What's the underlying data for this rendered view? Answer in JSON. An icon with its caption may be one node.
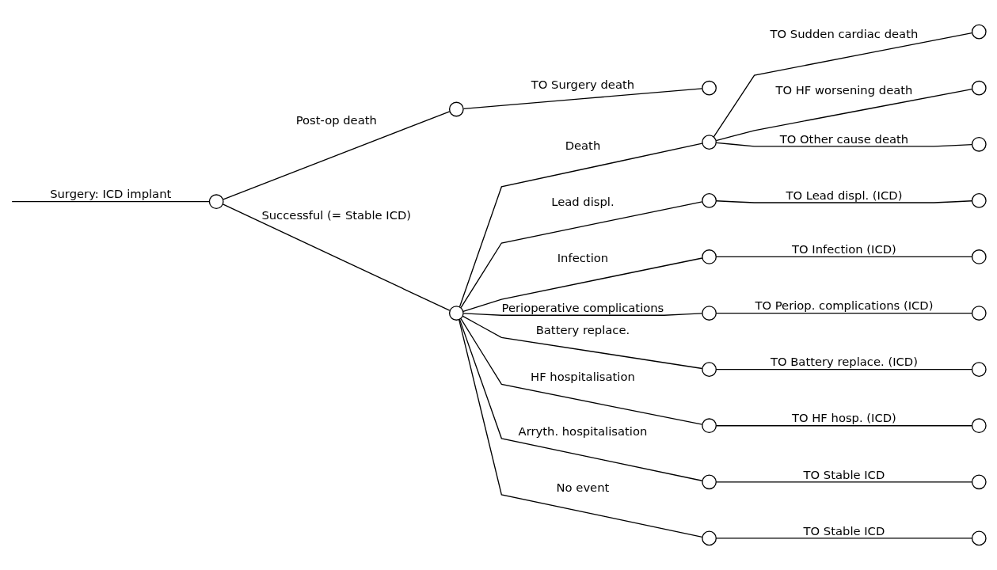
{
  "diagram": {
    "nodes": [
      {
        "text": [],
        "shape": "circle"
      },
      {
        "text": [],
        "shape": "circle"
      },
      {
        "text": [],
        "shape": "circle"
      },
      {
        "text": [],
        "shape": "circle"
      },
      {
        "text": [],
        "shape": "circle"
      },
      {
        "text": [],
        "shape": "circle"
      },
      {
        "text": [],
        "shape": "circle"
      },
      {
        "text": [],
        "shape": "circle"
      },
      {
        "text": [],
        "shape": "circle"
      },
      {
        "text": [],
        "shape": "circle"
      },
      {
        "text": [],
        "shape": "circle"
      },
      {
        "text": [],
        "shape": "circle"
      },
      {
        "text": [],
        "shape": "circle"
      },
      {
        "text": [],
        "shape": "circle"
      },
      {
        "text": [],
        "shape": "circle"
      },
      {
        "text": [],
        "shape": "circle"
      },
      {
        "text": [],
        "shape": "circle"
      },
      {
        "text": [],
        "shape": "circle"
      },
      {
        "text": [],
        "shape": "circle"
      },
      {
        "text": [],
        "shape": "circle"
      },
      {
        "text": [],
        "shape": "circle"
      },
      {
        "text": [],
        "shape": "circle"
      }
    ],
    "edges": [
      {
        "from": null,
        "to": 0,
        "arrow": "none",
        "label": "Surgery: ICD implant"
      },
      {
        "from": 0,
        "to": 1,
        "arrow": "none",
        "label": "Post-op death"
      },
      {
        "from": 1,
        "to": 2,
        "arrow": "none",
        "label": "TO Surgery death"
      },
      {
        "from": 0,
        "to": 3,
        "arrow": "none",
        "label": "Successful (= Stable ICD)"
      },
      {
        "from": 3,
        "to": 4,
        "arrow": "none",
        "label": "Death"
      },
      {
        "from": 4,
        "to": 5,
        "arrow": "none",
        "label": "TO Sudden cardiac death"
      },
      {
        "from": 4,
        "to": 6,
        "arrow": "none",
        "label": "TO HF worsening death"
      },
      {
        "from": 4,
        "to": 7,
        "arrow": "none",
        "label": "TO Other cause death"
      },
      {
        "from": 3,
        "to": 8,
        "arrow": "none",
        "label": "Lead displ."
      },
      {
        "from": 8,
        "to": 9,
        "arrow": "none",
        "label": "TO Lead displ. (ICD)"
      },
      {
        "from": 3,
        "to": 10,
        "arrow": "none",
        "label": "Infection"
      },
      {
        "from": 10,
        "to": 11,
        "arrow": "none",
        "label": "TO Infection (ICD)"
      },
      {
        "from": 3,
        "to": 12,
        "arrow": "none",
        "label": "Perioperative complications"
      },
      {
        "from": 12,
        "to": 13,
        "arrow": "none",
        "label": "TO Periop. complications (ICD)"
      },
      {
        "from": 3,
        "to": 14,
        "arrow": "none",
        "label": "Battery replace."
      },
      {
        "from": 14,
        "to": 15,
        "arrow": "none",
        "label": "TO Battery replace. (ICD)"
      },
      {
        "from": 3,
        "to": 16,
        "arrow": "none",
        "label": "HF hospitalisation"
      },
      {
        "from": 16,
        "to": 17,
        "arrow": "none",
        "label": "TO HF hosp. (ICD)"
      },
      {
        "from": 3,
        "to": 18,
        "arrow": "none",
        "label": "Arryth. hospitalisation"
      },
      {
        "from": 18,
        "to": 19,
        "arrow": "none",
        "label": "TO Stable ICD"
      },
      {
        "from": 3,
        "to": 20,
        "arrow": "none",
        "label": "No event"
      },
      {
        "from": 20,
        "to": 21,
        "arrow": "none",
        "label": "TO Stable ICD"
      }
    ]
  }
}
